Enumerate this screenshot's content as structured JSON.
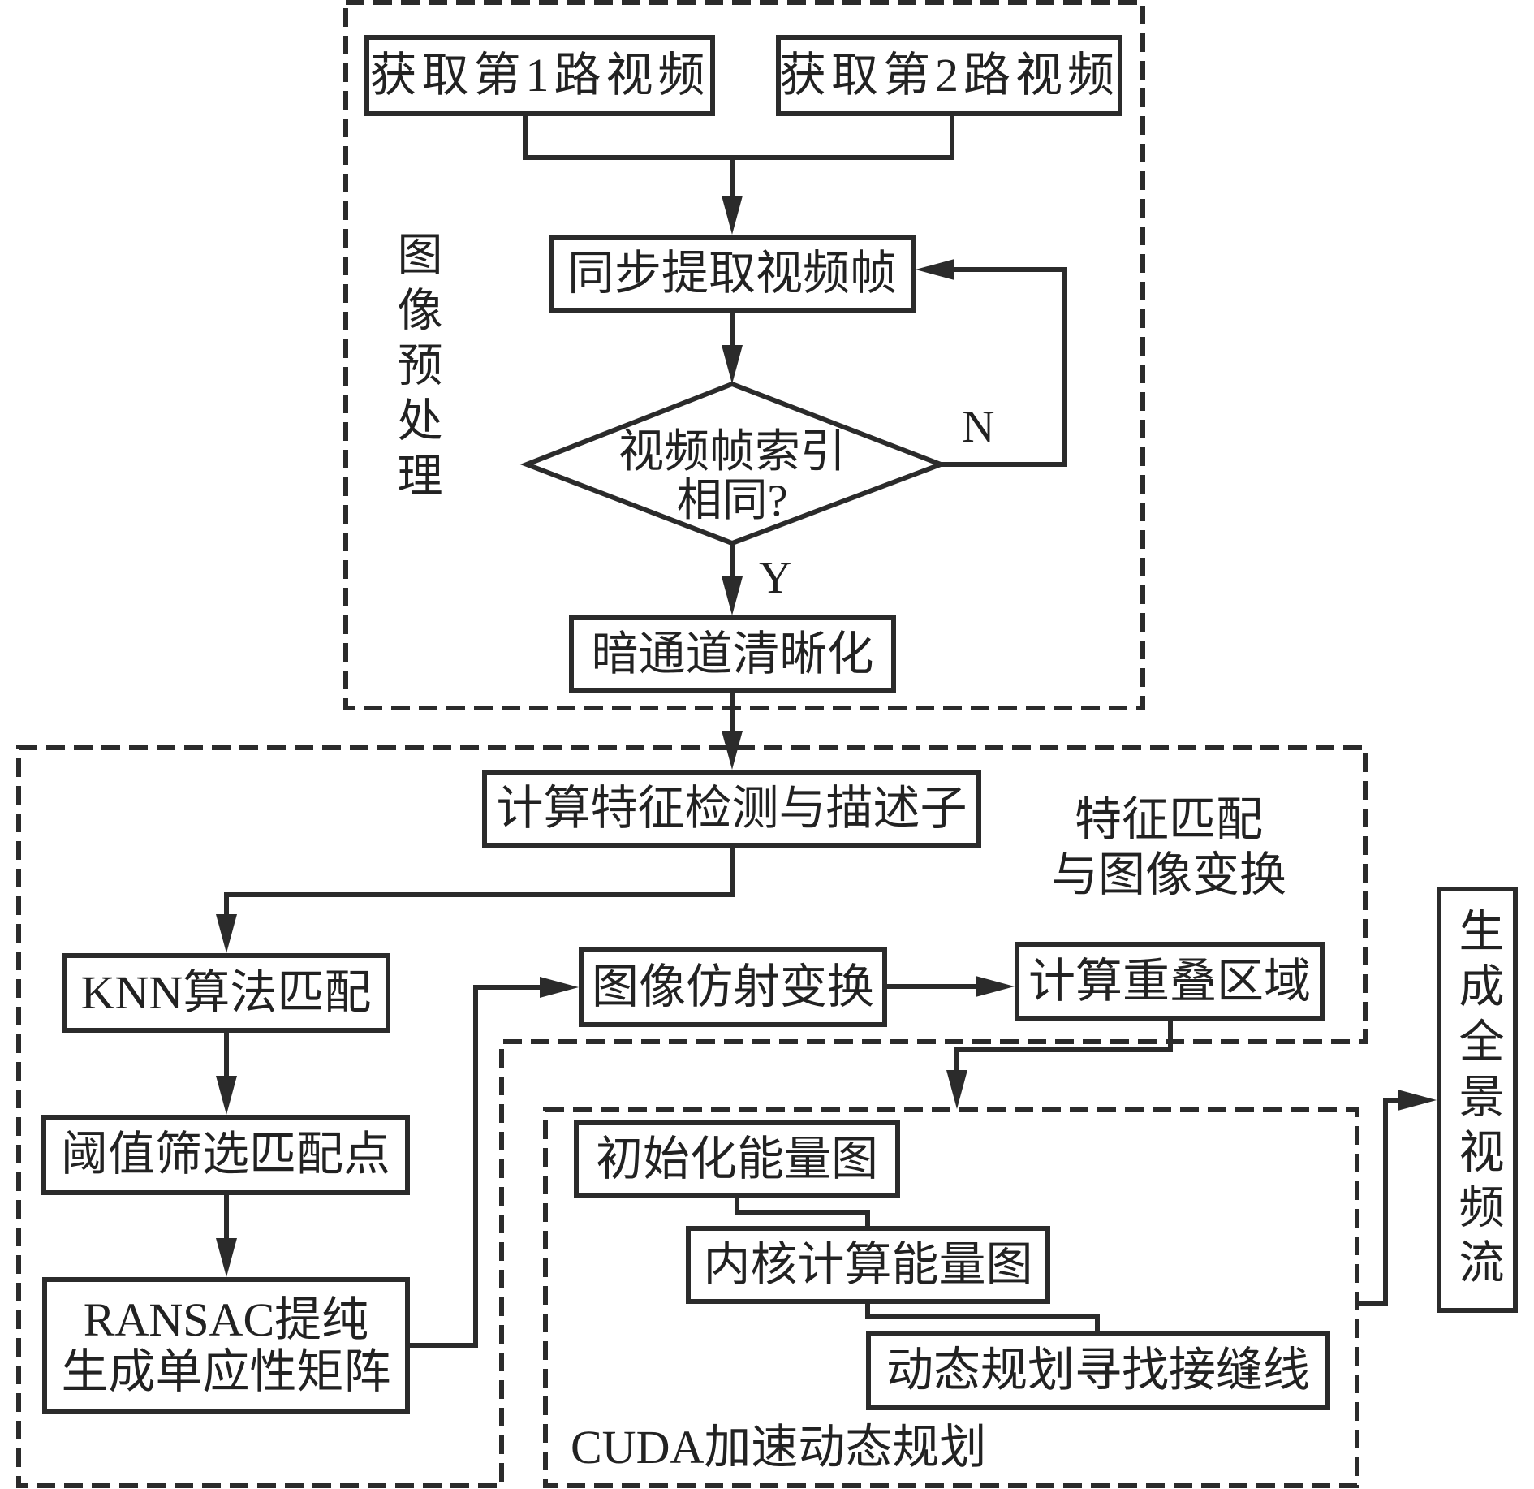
{
  "colors": {
    "stroke": "#2b2b2b",
    "text": "#222222",
    "background": "#ffffff"
  },
  "sections": {
    "preprocess": {
      "label": "图像预处理"
    },
    "matching": {
      "label_line1": "特征匹配",
      "label_line2": "与图像变换"
    },
    "cuda": {
      "label": "CUDA加速动态规划"
    }
  },
  "nodes": {
    "get_video_1": "获取第1路视频",
    "get_video_2": "获取第2路视频",
    "sync_extract": "同步提取视频帧",
    "decision": {
      "line1": "视频帧索引",
      "line2": "相同?"
    },
    "dark_channel": "暗通道清晰化",
    "feature_detect": "计算特征检测与描述子",
    "knn_match": "KNN算法匹配",
    "threshold_filter": "阈值筛选匹配点",
    "ransac": {
      "line1": "RANSAC提纯",
      "line2": "生成单应性矩阵"
    },
    "affine_transform": "图像仿射变换",
    "overlap_region": "计算重叠区域",
    "init_energy": "初始化能量图",
    "kernel_energy": "内核计算能量图",
    "dp_seam": "动态规划寻找接缝线",
    "output_stream": "生成全景视频流"
  },
  "edge_labels": {
    "no": "N",
    "yes": "Y"
  },
  "edges": [
    {
      "from": "get_video_1",
      "to": "sync_extract"
    },
    {
      "from": "get_video_2",
      "to": "sync_extract"
    },
    {
      "from": "sync_extract",
      "to": "decision"
    },
    {
      "from": "decision",
      "to": "sync_extract",
      "label": "N"
    },
    {
      "from": "decision",
      "to": "dark_channel",
      "label": "Y"
    },
    {
      "from": "dark_channel",
      "to": "feature_detect"
    },
    {
      "from": "feature_detect",
      "to": "knn_match"
    },
    {
      "from": "knn_match",
      "to": "threshold_filter"
    },
    {
      "from": "threshold_filter",
      "to": "ransac"
    },
    {
      "from": "ransac",
      "to": "affine_transform"
    },
    {
      "from": "affine_transform",
      "to": "overlap_region"
    },
    {
      "from": "overlap_region",
      "to": "cuda"
    },
    {
      "from": "init_energy",
      "to": "kernel_energy"
    },
    {
      "from": "kernel_energy",
      "to": "dp_seam"
    },
    {
      "from": "cuda",
      "to": "output_stream"
    }
  ]
}
